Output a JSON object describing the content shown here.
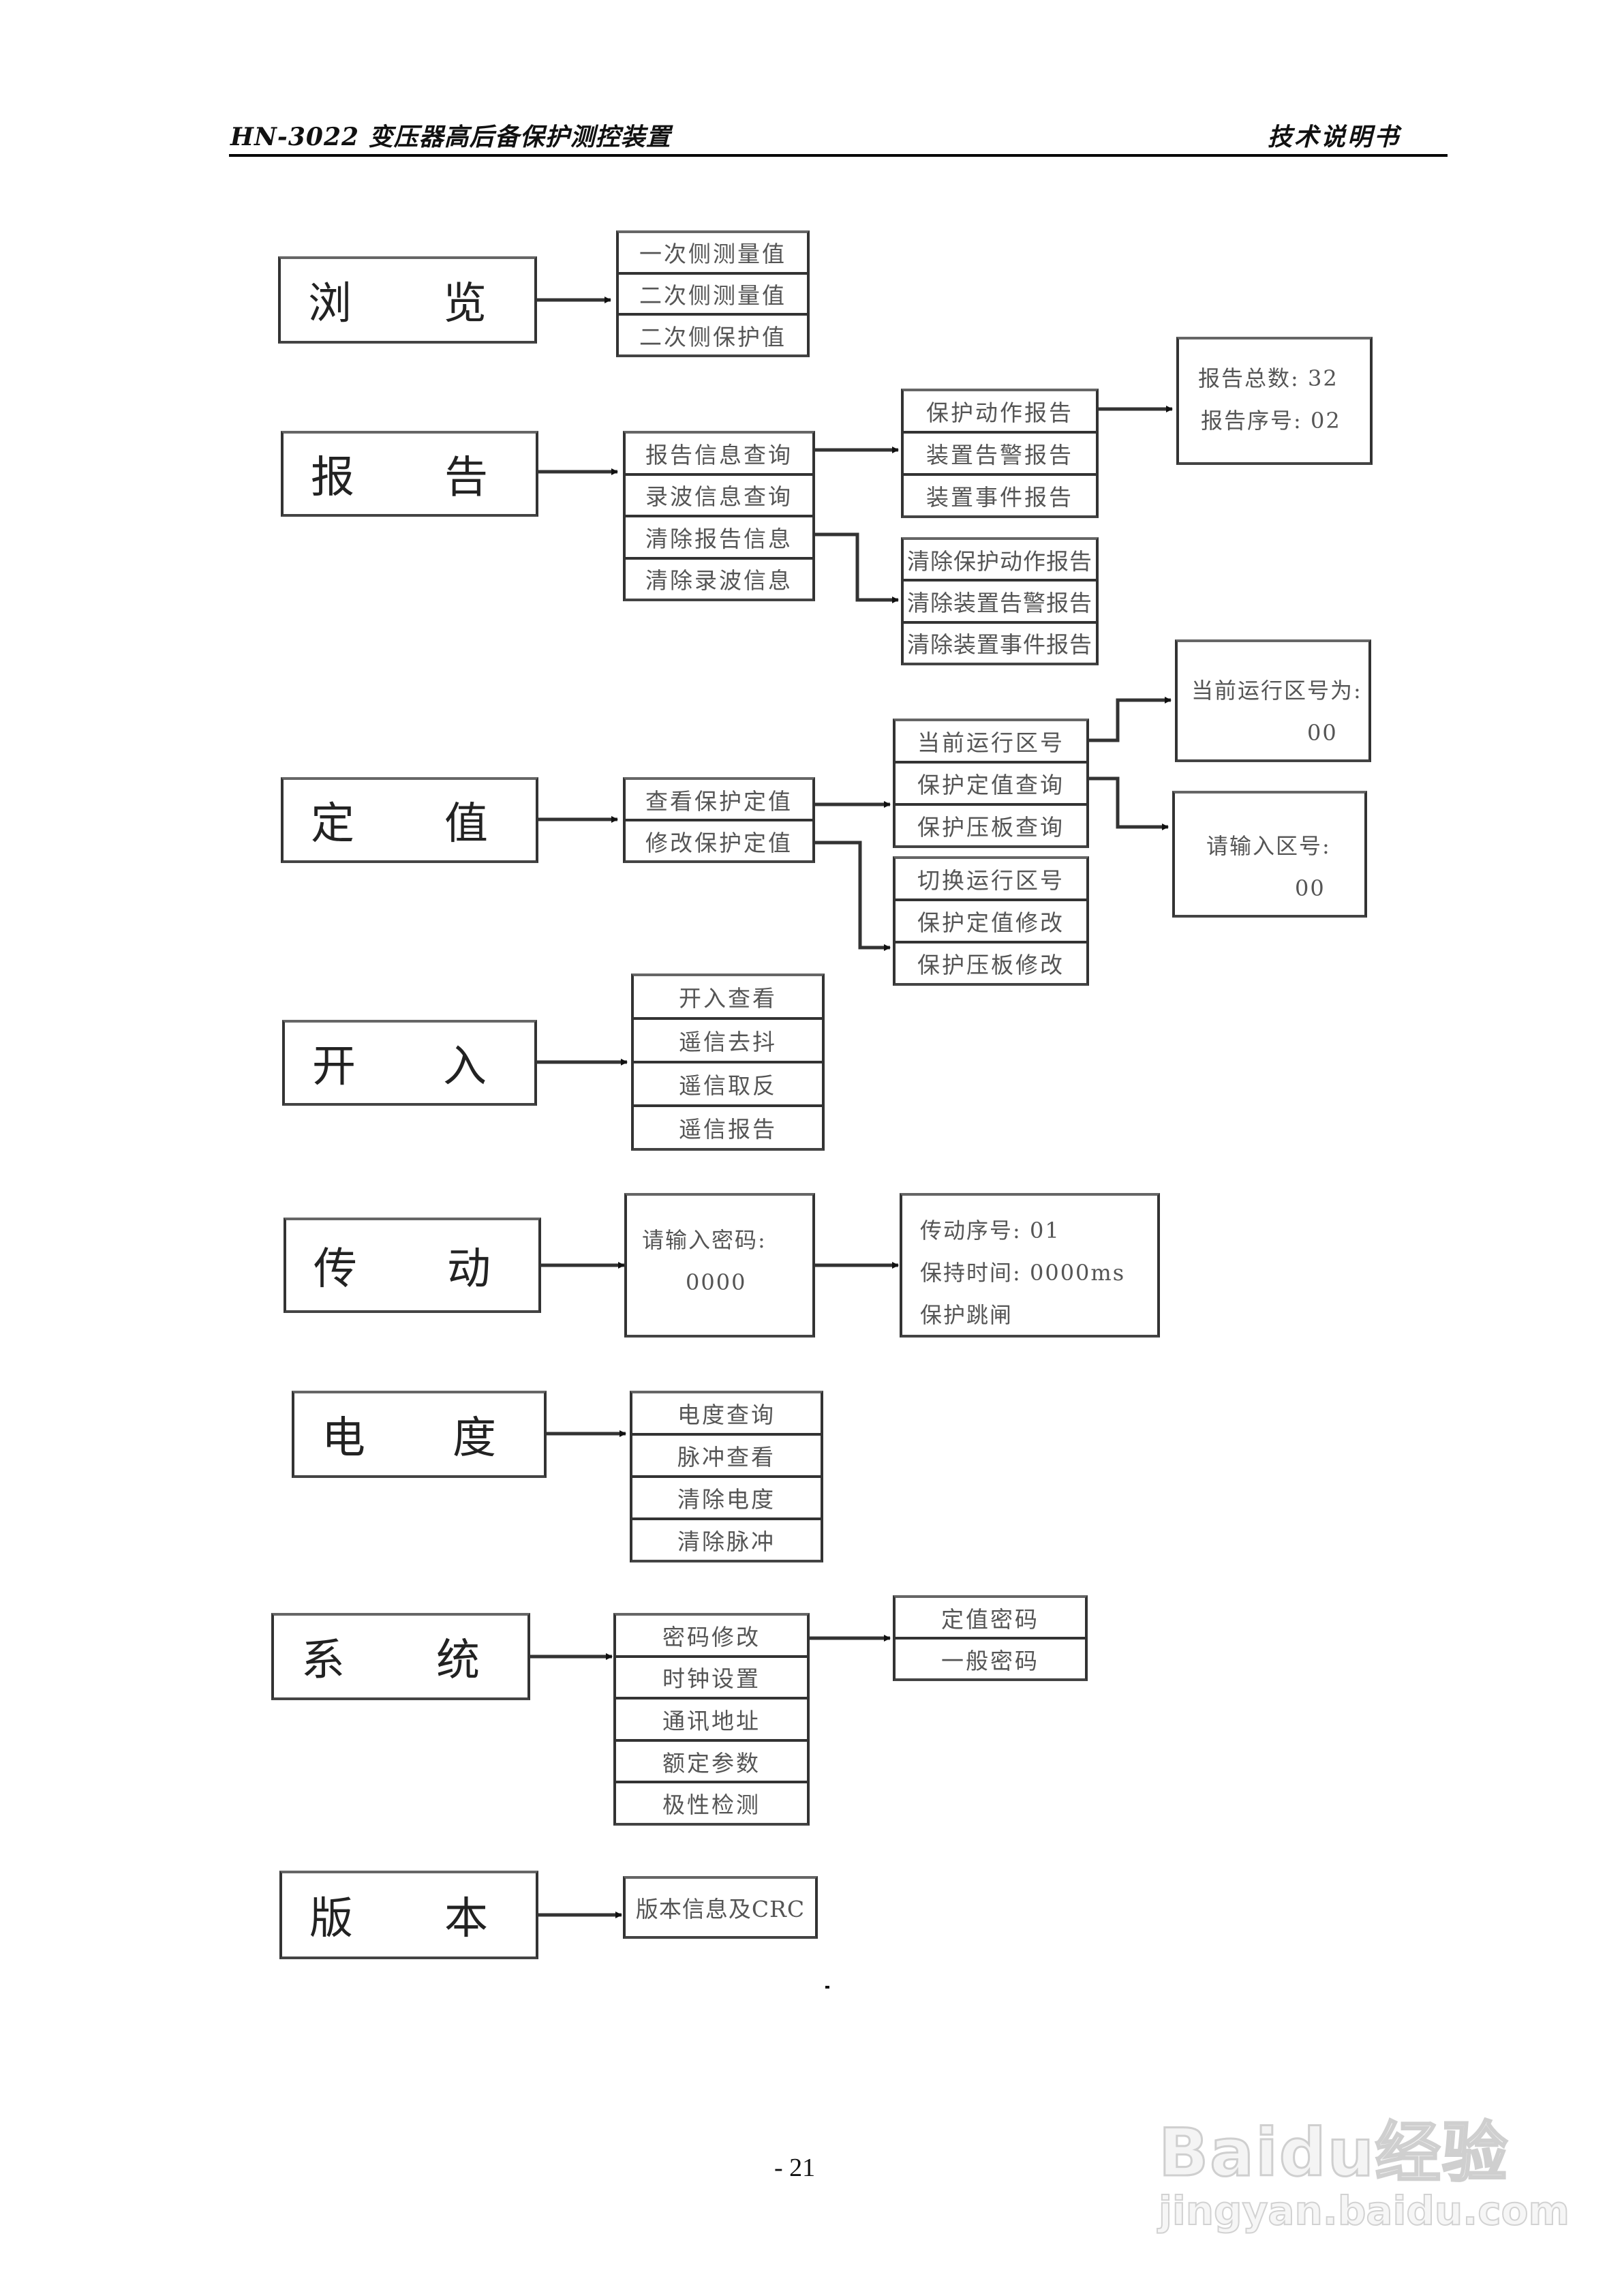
{
  "header": {
    "title": "HN-3022 变压器高后备保护测控装置",
    "doc_type": "技术说明书"
  },
  "sections": {
    "browse": {
      "label_a": "浏",
      "label_b": "览",
      "items": [
        "一次侧测量值",
        "二次侧测量值",
        "二次侧保护值"
      ]
    },
    "report": {
      "label_a": "报",
      "label_b": "告",
      "items": [
        "报告信息查询",
        "录波信息查询",
        "清除报告信息",
        "清除录波信息"
      ],
      "query_items": [
        "保护动作报告",
        "装置告警报告",
        "装置事件报告"
      ],
      "clear_items": [
        "清除保护动作报告",
        "清除装置告警报告",
        "清除装置事件报告"
      ],
      "info": {
        "total_label": "报告总数:",
        "total_value": "32",
        "index_label": "报告序号:",
        "index_value": "02"
      }
    },
    "setting": {
      "label_a": "定",
      "label_b": "值",
      "items": [
        "查看保护定值",
        "修改保护定值"
      ],
      "view_items": [
        "当前运行区号",
        "保护定值查询",
        "保护压板查询"
      ],
      "modify_items": [
        "切换运行区号",
        "保护定值修改",
        "保护压板修改"
      ],
      "current_zone": {
        "label": "当前运行区号为:",
        "value": "00"
      },
      "input_zone": {
        "label": "请输入区号:",
        "value": "00"
      }
    },
    "binary_input": {
      "label_a": "开",
      "label_b": "入",
      "items": [
        "开入查看",
        "遥信去抖",
        "遥信取反",
        "遥信报告"
      ]
    },
    "transmission": {
      "label_a": "传",
      "label_b": "动",
      "password": {
        "label": "请输入密码:",
        "value": "0000"
      },
      "detail": {
        "seq_label": "传动序号:",
        "seq_value": "01",
        "hold_label": "保持时间:",
        "hold_value": "0000ms",
        "action": "保护跳闸"
      }
    },
    "energy": {
      "label_a": "电",
      "label_b": "度",
      "items": [
        "电度查询",
        "脉冲查看",
        "清除电度",
        "清除脉冲"
      ]
    },
    "system": {
      "label_a": "系",
      "label_b": "统",
      "items": [
        "密码修改",
        "时钟设置",
        "通讯地址",
        "额定参数",
        "极性检测"
      ],
      "password_items": [
        "定值密码",
        "一般密码"
      ]
    },
    "version": {
      "label_a": "版",
      "label_b": "本",
      "items": [
        "版本信息及CRC"
      ]
    }
  },
  "footer": {
    "page_number": "- 21",
    "watermark_logo": "Baidu经验",
    "watermark_url": "jingyan.baidu.com"
  }
}
